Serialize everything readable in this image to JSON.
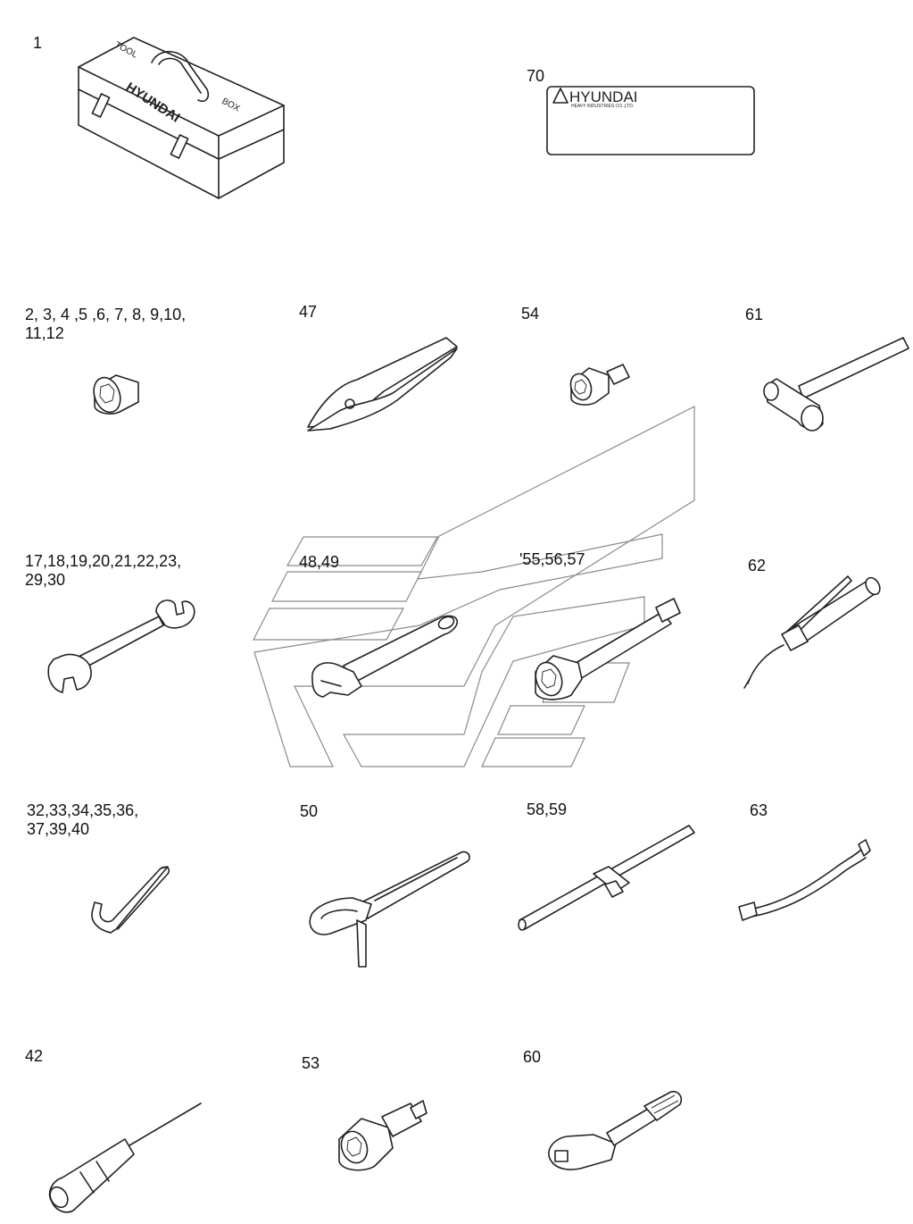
{
  "parts": [
    {
      "id": "toolbox",
      "label": "1"
    },
    {
      "id": "nameplate",
      "label": "70"
    },
    {
      "id": "socket",
      "label": "2, 3, 4 ,5 ,6, 7, 8, 9,10,\n11,12"
    },
    {
      "id": "pliers",
      "label": "47"
    },
    {
      "id": "adapter",
      "label": "54"
    },
    {
      "id": "hammer",
      "label": "61"
    },
    {
      "id": "spanner",
      "label": "17,18,19,20,21,22,23,\n29,30"
    },
    {
      "id": "adjustable-wrench",
      "label": "48,49"
    },
    {
      "id": "extension-bar",
      "label": "'55,56,57"
    },
    {
      "id": "grease-gun",
      "label": "62"
    },
    {
      "id": "hex-key",
      "label": "32,33,34,35,36,\n37,39,40"
    },
    {
      "id": "filter-wrench",
      "label": "50"
    },
    {
      "id": "t-handle",
      "label": "58,59"
    },
    {
      "id": "grease-hose",
      "label": "63"
    },
    {
      "id": "screwdriver",
      "label": "42"
    },
    {
      "id": "universal-joint",
      "label": "53"
    },
    {
      "id": "ratchet",
      "label": "60"
    }
  ],
  "toolbox_text": {
    "brand": "HYUNDAI",
    "word1": "TOOL",
    "word2": "BOX"
  },
  "nameplate_text": {
    "brand": "HYUNDAI",
    "sub": "HEAVY INDUSTRIES CO.,LTD."
  }
}
